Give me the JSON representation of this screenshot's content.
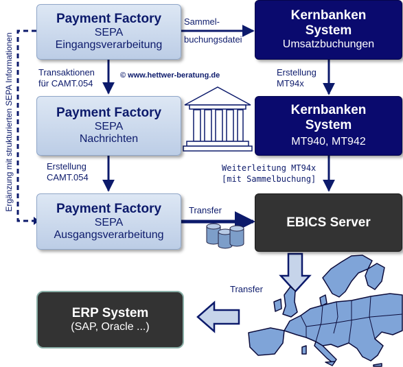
{
  "side_label": "Ergänzung mit strukturierten SEPA Informationen",
  "copyright": "© www.hettwer-beratung.de",
  "boxes": {
    "pf_in": {
      "title": "Payment Factory",
      "line1": "SEPA",
      "line2": "Eingangsverarbeitung"
    },
    "pf_msg": {
      "title": "Payment Factory",
      "line1": "SEPA",
      "line2": "Nachrichten"
    },
    "pf_out": {
      "title": "Payment Factory",
      "line1": "SEPA",
      "line2": "Ausgangsverarbeitung"
    },
    "kb_top": {
      "title1": "Kernbanken",
      "title2": "System",
      "line1": "Umsatzbuchungen"
    },
    "kb_mid": {
      "title1": "Kernbanken",
      "title2": "System",
      "line1": "MT940, MT942"
    },
    "ebics": {
      "title": "EBICS Server"
    },
    "erp": {
      "title": "ERP System",
      "line1": "(SAP, Oracle ...)"
    }
  },
  "labels": {
    "sammel_1": "Sammel-",
    "sammel_2": "buchungsdatei",
    "trans_1": "Transaktionen",
    "trans_2": "für CAMT.054",
    "erst_mt_1": "Erstellung",
    "erst_mt_2": "MT94x",
    "erst_camt_1": "Erstellung",
    "erst_camt_2": "CAMT.054",
    "weiter_1": "Weiterleitung MT94x",
    "weiter_2": "[mit Sammelbuchung]",
    "transfer_1": "Transfer",
    "transfer_2": "Transfer"
  },
  "colors": {
    "arrow": "#0c1a6b",
    "payment_factory_fill": "#c8d6ea",
    "kernbanken_fill": "#0a0a6e",
    "server_fill": "#333333",
    "map_fill": "#7fa4d8",
    "hollow_arrow_fill": "#c6d4ea"
  },
  "icons": {
    "bank": "bank-building-icon",
    "database": "database-stack-icon",
    "map": "europe-map-icon"
  }
}
